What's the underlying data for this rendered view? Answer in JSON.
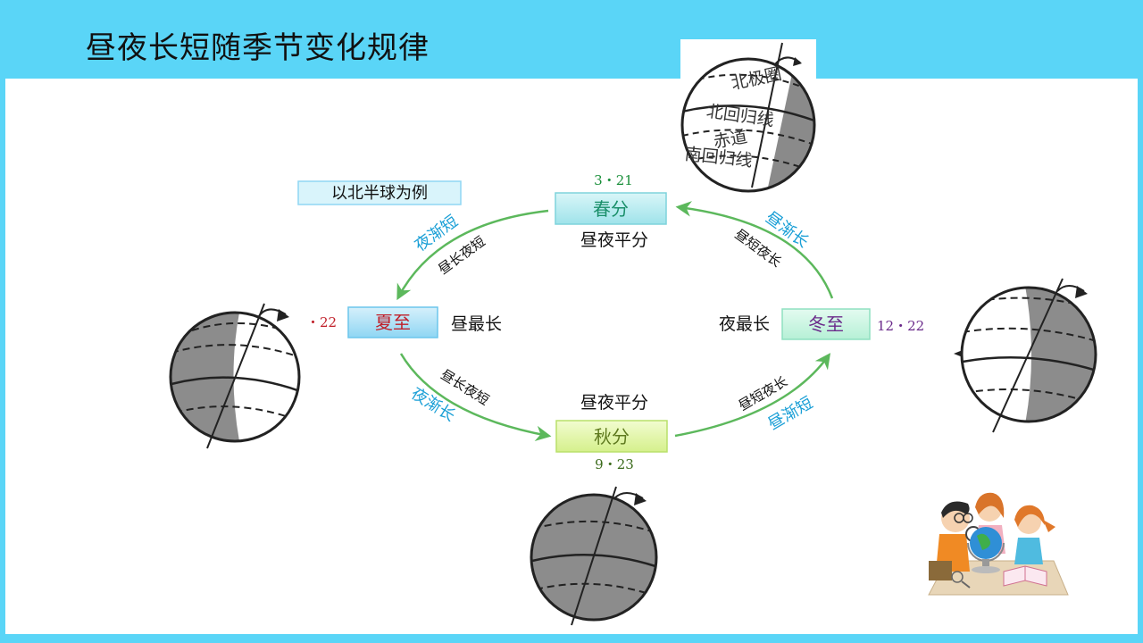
{
  "title": "昼夜长短随季节变化规律",
  "note": "以北半球为例",
  "nodes": {
    "spring": {
      "label": "春分",
      "date": "3・21",
      "desc": "昼夜平分"
    },
    "summer": {
      "label": "夏至",
      "date": "・22",
      "desc": "昼最长"
    },
    "autumn": {
      "label": "秋分",
      "date": "9・23",
      "desc": "昼夜平分"
    },
    "winter": {
      "label": "冬至",
      "date": "12・22",
      "desc": "夜最长"
    }
  },
  "arrows": {
    "spring_to_summer": {
      "trend": "夜渐短",
      "state": "昼长夜短"
    },
    "summer_to_autumn": {
      "trend": "夜渐长",
      "state": "昼长夜短"
    },
    "autumn_to_winter": {
      "trend": "昼渐短",
      "state": "昼短夜长"
    },
    "winter_to_spring": {
      "trend": "昼渐长",
      "state": "昼短夜长"
    }
  },
  "globe_labels": {
    "arctic_circle": "北极圈",
    "tropic_cancer": "北回归线",
    "equator": "赤道",
    "tropic_capricorn": "南回归线"
  },
  "colors": {
    "header_bg": "#5ad5f7",
    "arrow": "#5cb85c",
    "trend_text": "#1a9fd6",
    "spring_text": "#1a8f6a",
    "summer_text": "#c0202a",
    "autumn_text": "#5f7a1f",
    "winter_text": "#6a2a8a"
  }
}
